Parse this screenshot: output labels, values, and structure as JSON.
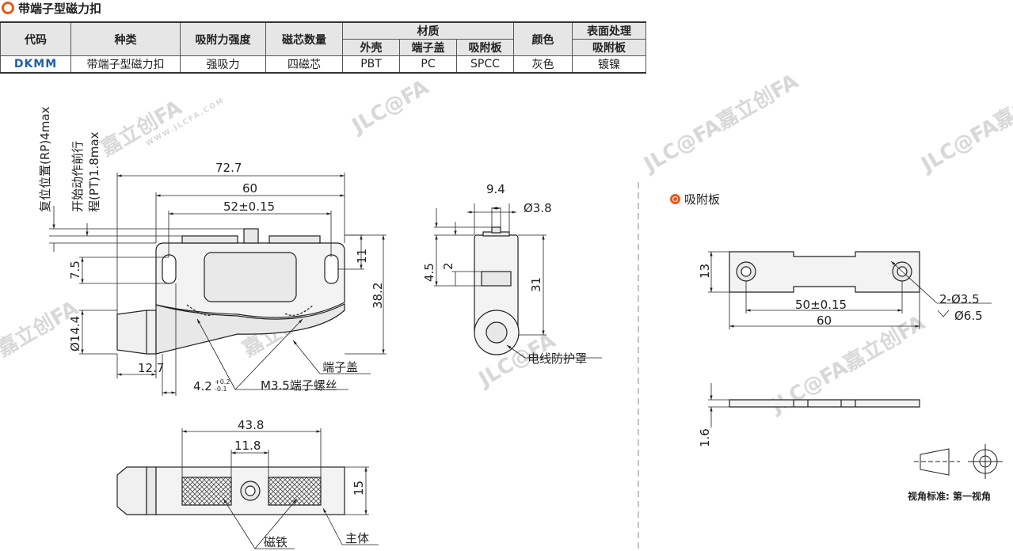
{
  "header": {
    "title": "带端子型磁力扣"
  },
  "table": {
    "headers": {
      "code": "代码",
      "type": "种类",
      "force": "吸附力强度",
      "cores": "磁芯数量",
      "material": "材质",
      "shell": "外壳",
      "terminal_cover": "端子盖",
      "plate": "吸附板",
      "color": "颜色",
      "surface": "表面处理",
      "surface_plate": "吸附板"
    },
    "row": {
      "code": "DKMM",
      "type": "带端子型磁力扣",
      "force": "强吸力",
      "cores": "四磁芯",
      "shell": "PBT",
      "terminal_cover": "PC",
      "plate": "SPCC",
      "color": "灰色",
      "surface": "镀镍"
    }
  },
  "front_view": {
    "dim_72_7": "72.7",
    "dim_60": "60",
    "dim_52": "52±0.15",
    "dim_7_5": "7.5",
    "dim_11": "11",
    "dim_38_2": "38.2",
    "dim_d14_4": "Ø14.4",
    "dim_12_7": "12.7",
    "dim_4_2": "4.2",
    "tol_upper": "+0.2",
    "tol_lower": "-0.1",
    "label_reset": "复位位置(RP)4max",
    "label_pretravel_1": "开始动作前行",
    "label_pretravel_2": "程(PT)1.8max",
    "callout_cover": "端子盖",
    "callout_screw": "M3.5端子螺丝"
  },
  "side_view": {
    "dim_9_4": "9.4",
    "dim_d3_8": "Ø3.8",
    "dim_4_5": "4.5",
    "dim_2": "2",
    "dim_31": "31",
    "callout_cable": "电线防护罩"
  },
  "top_view": {
    "dim_43_8": "43.8",
    "dim_11_8": "11.8",
    "dim_15": "15",
    "callout_magnet": "磁铁",
    "callout_body": "主体"
  },
  "plate": {
    "title": "吸附板",
    "dim_13": "13",
    "dim_50": "50±0.15",
    "dim_60": "60",
    "hole_count": "2-Ø3.5",
    "countersink": "Ø6.5",
    "dim_1_6": "1.6"
  },
  "watermark": {
    "brand": "嘉立创FA",
    "url": "WWW.JLCFA.COM",
    "logo": "JLC@FA"
  },
  "view_note": "视角标准: 第一视角",
  "colors": {
    "accent": "#e85a1b",
    "code": "#1f5ea8",
    "line": "#222222",
    "fill": "#f2f2f2"
  }
}
